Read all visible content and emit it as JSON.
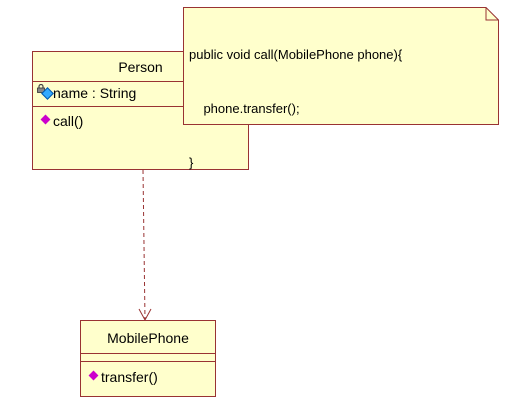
{
  "person_class": {
    "name": "Person",
    "attributes": [
      {
        "text": "name : String",
        "visibility_icon": "private-lock-icon"
      }
    ],
    "operations": [
      {
        "text": "call()",
        "visibility_icon": "public-operation-icon"
      }
    ]
  },
  "mobilephone_class": {
    "name": "MobilePhone",
    "attributes": [],
    "operations": [
      {
        "text": "transfer()",
        "visibility_icon": "public-operation-icon"
      }
    ]
  },
  "note": {
    "lines": [
      "public void call(MobilePhone phone){",
      "    phone.transfer();",
      "}"
    ]
  },
  "relationship": {
    "type": "dependency",
    "from": "Person",
    "to": "MobilePhone",
    "style": "dashed-open-arrow"
  },
  "colors": {
    "class_fill": "#ffffcc",
    "class_border": "#993333",
    "operation_icon": "#cc00cc",
    "attribute_icon": "#33aaff"
  }
}
